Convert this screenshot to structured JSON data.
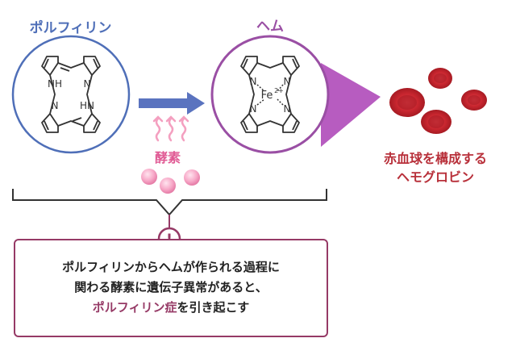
{
  "porphyrin": {
    "title": "ポルフィリン",
    "atom_labels": [
      "NH",
      "N",
      "N",
      "HN"
    ]
  },
  "heme": {
    "title": "ヘム",
    "atom_labels": [
      "N",
      "N",
      "N",
      "N"
    ],
    "metal_label": "Fe",
    "metal_charge": "2+"
  },
  "enzyme": {
    "label": "酵素"
  },
  "rbc": {
    "caption_line1": "赤血球を構成する",
    "caption_line2": "ヘモグロビン"
  },
  "note": {
    "icon": "!",
    "line1": "ポルフィリンからヘムが作られる過程に",
    "line2": "関わる酵素に遺伝子異常があると、",
    "line3_highlight": "ポルフィリン症",
    "line3_rest": "を引き起こす"
  },
  "colors": {
    "porphyrin_blue": "#4f6fb8",
    "heme_purple": "#9a4fa4",
    "enzyme_pink": "#e05a94",
    "rbc_red": "#c8262f",
    "note_border": "#963a66"
  }
}
